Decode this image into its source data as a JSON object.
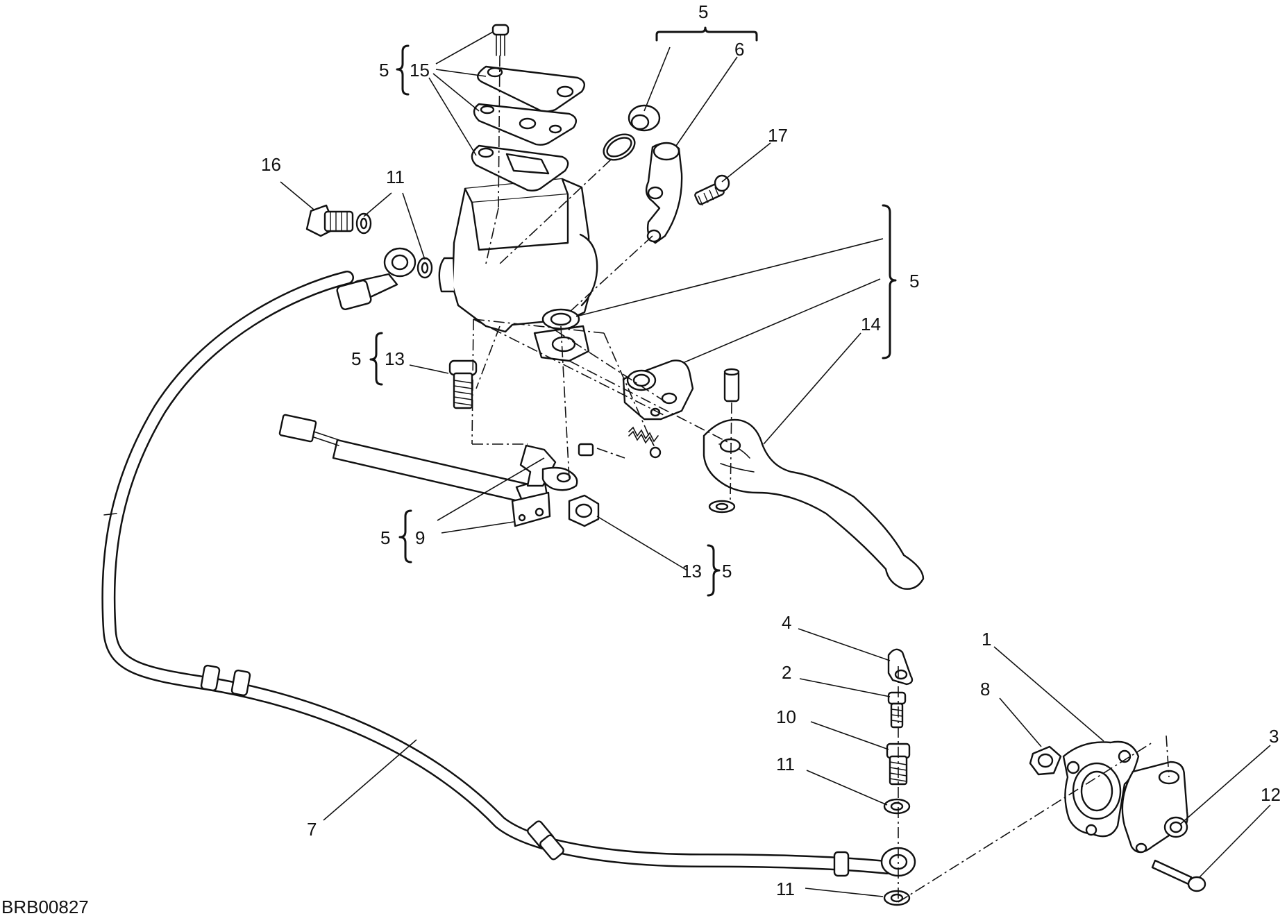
{
  "diagram": {
    "drawing_code": "BRB00827",
    "callouts": {
      "c1": "1",
      "c2": "2",
      "c3": "3",
      "c4": "4",
      "c5_top": "5",
      "c5_reservoir": "5",
      "c5_lever_group": "5",
      "c5_screw13": "5",
      "c5_switch9": "5",
      "c5_nut13": "5",
      "c6": "6",
      "c7": "7",
      "c8": "8",
      "c9": "9",
      "c10": "10",
      "c11_top": "11",
      "c11_mid": "11",
      "c11_bottom": "11",
      "c12": "12",
      "c13_screw": "13",
      "c13_nut": "13",
      "c14": "14",
      "c15": "15",
      "c16": "16",
      "c17": "17"
    }
  }
}
